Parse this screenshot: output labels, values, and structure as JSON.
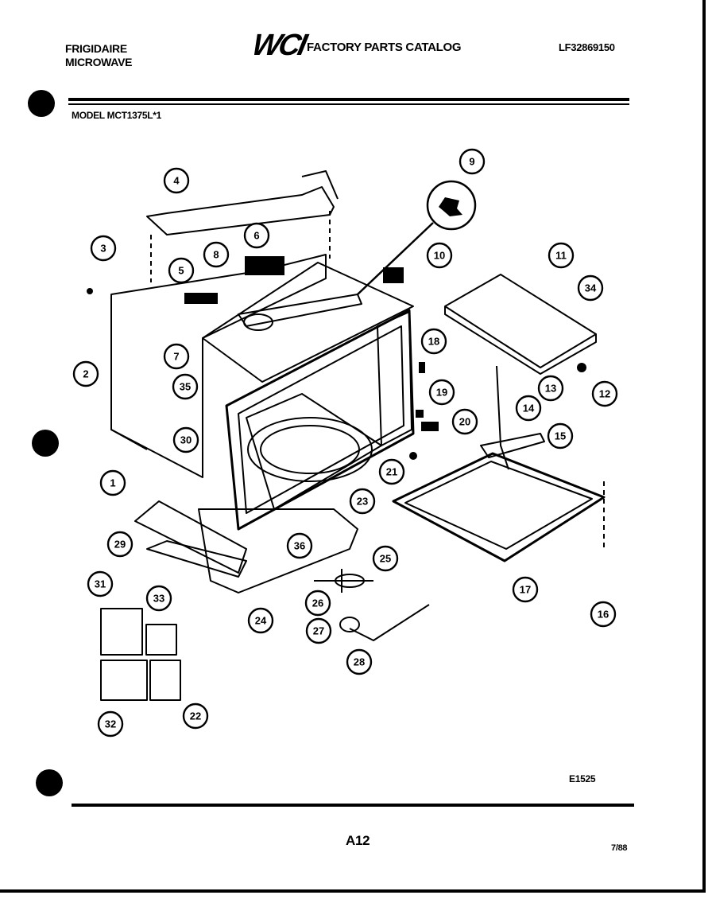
{
  "header": {
    "brand_line1": "FRIGIDAIRE",
    "brand_line2": "MICROWAVE",
    "logo": "WCI",
    "catalog_title": "FACTORY PARTS CATALOG",
    "catalog_number": "LF32869150"
  },
  "model_label": "MODEL MCT1375L*1",
  "diagram": {
    "title": "",
    "callouts": [
      "1",
      "2",
      "3",
      "4",
      "5",
      "6",
      "7",
      "8",
      "9",
      "10",
      "11",
      "12",
      "13",
      "14",
      "15",
      "16",
      "17",
      "18",
      "19",
      "20",
      "21",
      "22",
      "23",
      "24",
      "25",
      "26",
      "27",
      "28",
      "29",
      "30",
      "31",
      "32",
      "33",
      "34",
      "35",
      "36"
    ]
  },
  "footer": {
    "reference_code": "E1525",
    "page_number": "A12",
    "date": "7/88"
  }
}
